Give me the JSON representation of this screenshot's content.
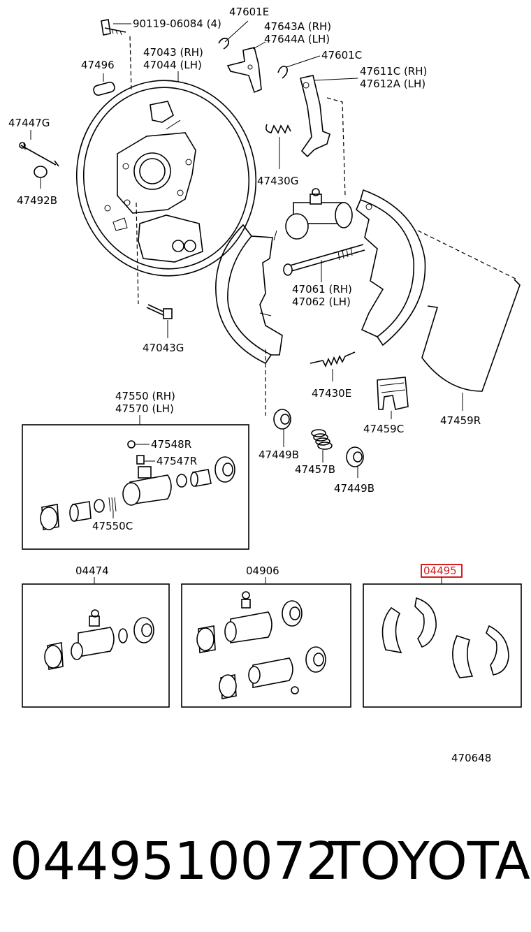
{
  "labels": {
    "bolt_qty": "90119-06084 (4)",
    "l47601e": "47601E",
    "l47643a": "47643A (RH)",
    "l47644a": "47644A (LH)",
    "l47496": "47496",
    "l47043": "47043 (RH)",
    "l47044": "47044 (LH)",
    "l47601c": "47601C",
    "l47611c": "47611C (RH)",
    "l47612a": "47612A (LH)",
    "l47447g": "47447G",
    "l47492b": "47492B",
    "l47430g": "47430G",
    "l47061": "47061 (RH)",
    "l47062": "47062 (LH)",
    "l47043g": "47043G",
    "l47430e": "47430E",
    "l47459c": "47459C",
    "l47459r": "47459R",
    "l47550": "47550 (RH)",
    "l47570": "47570 (LH)",
    "l47548r": "47548R",
    "l47547r": "47547R",
    "l47550c": "47550C",
    "l47449b_1": "47449B",
    "l47457b": "47457B",
    "l47449b_2": "47449B",
    "l04474": "04474",
    "l04906": "04906",
    "l04495": "04495",
    "diagram_code": "470648"
  },
  "highlight_color": "#d42020",
  "footer": {
    "part_number": "0449510072",
    "brand": "TOYOTA"
  }
}
